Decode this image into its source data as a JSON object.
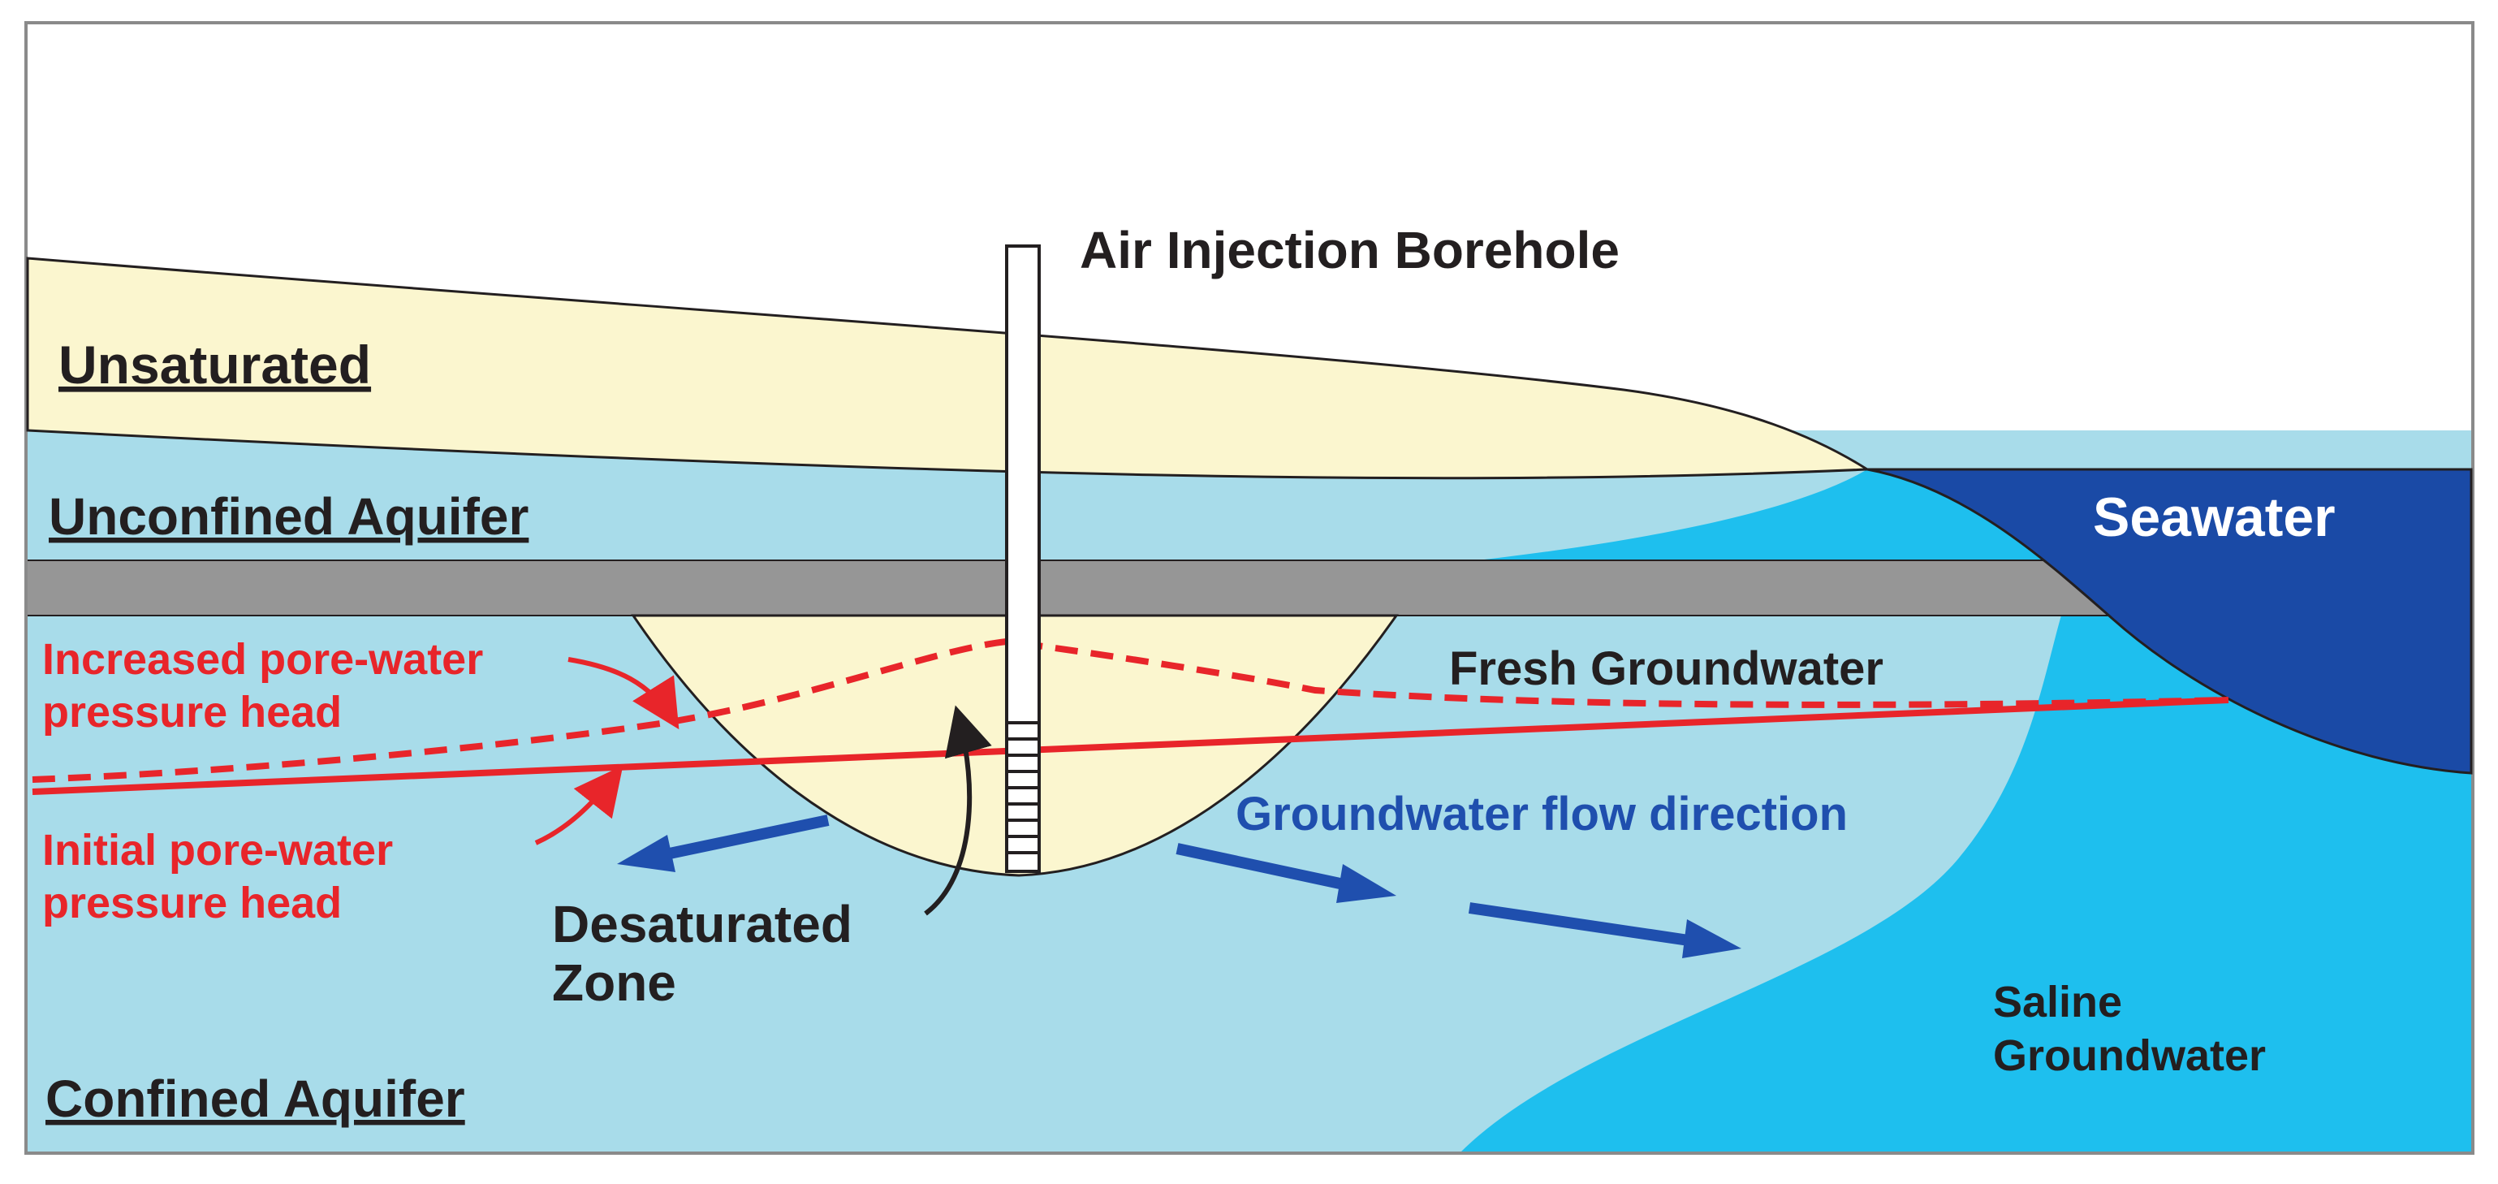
{
  "title": "Air Injection Borehole",
  "layers": {
    "unsaturated": "Unsaturated",
    "unconfined_aquifer": "Unconfined Aquifer",
    "confined_aquifer": "Confined Aquifer",
    "seawater": "Seawater"
  },
  "labels": {
    "fresh_groundwater": "Fresh Groundwater",
    "saline_groundwater_line1": "Saline",
    "saline_groundwater_line2": "Groundwater",
    "desaturated_line1": "Desaturated",
    "desaturated_line2": "Zone",
    "flow_direction": "Groundwater flow direction",
    "increased_head_line1": "Increased pore-water",
    "increased_head_line2": "pressure head",
    "initial_head_line1": "Initial pore-water",
    "initial_head_line2": "pressure head"
  },
  "colors": {
    "unsaturated": "#fbf6cf",
    "fresh_water": "#a8dcea",
    "saline_water": "#1ebfee",
    "seawater": "#1a4aa6",
    "aquitard": "#969696",
    "pressure_line": "#e8252a",
    "flow_arrow": "#1f4fae",
    "text_dark": "#231f20"
  }
}
